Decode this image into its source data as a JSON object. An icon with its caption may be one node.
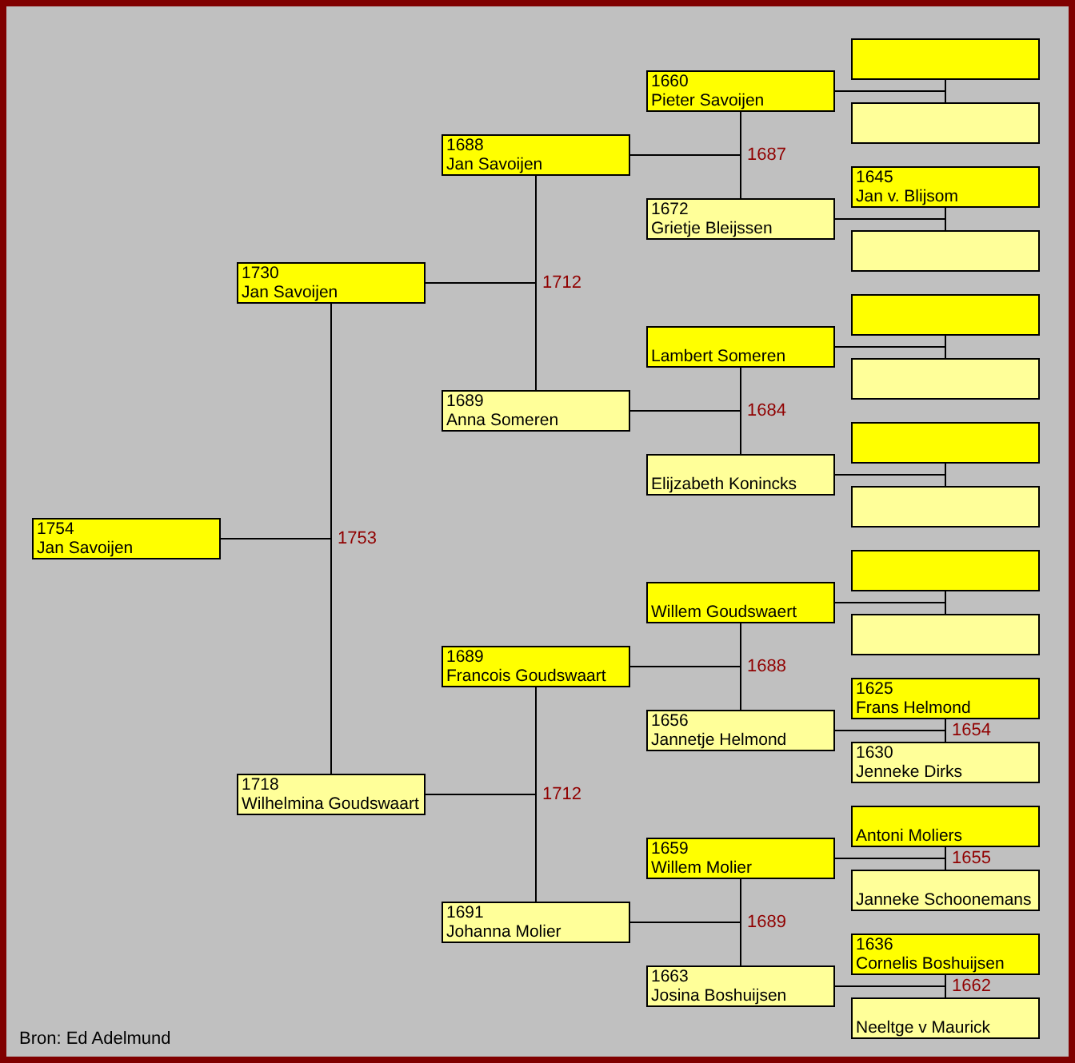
{
  "diagram": {
    "nodes": [
      {
        "text": [
          "1754",
          "Jan Savoijen"
        ]
      },
      {
        "text": [
          "1730",
          "Jan Savoijen"
        ]
      },
      {
        "text": [
          "1718",
          "Wilhelmina Goudswaart"
        ]
      },
      {
        "text": [
          "1688",
          "Jan Savoijen"
        ]
      },
      {
        "text": [
          "1689",
          "Anna Someren"
        ]
      },
      {
        "text": [
          "1689",
          "Francois Goudswaart"
        ]
      },
      {
        "text": [
          "1691",
          "Johanna Molier"
        ]
      },
      {
        "text": [
          "1660",
          "Pieter Savoijen"
        ]
      },
      {
        "text": [
          "1672",
          "Grietje Bleijssen"
        ]
      },
      {
        "text": [
          "Lambert Someren"
        ]
      },
      {
        "text": [
          "Elijzabeth Konincks"
        ]
      },
      {
        "text": [
          "Willem Goudswaert"
        ]
      },
      {
        "text": [
          "1656",
          "Jannetje Helmond"
        ]
      },
      {
        "text": [
          "1659",
          "Willem Molier"
        ]
      },
      {
        "text": [
          "1663",
          "Josina Boshuijsen"
        ]
      },
      {
        "text": [],
        "shape": "box"
      },
      {
        "text": [],
        "shape": "box"
      },
      {
        "text": [
          "1645",
          "Jan v. Blijsom"
        ]
      },
      {
        "text": [],
        "shape": "box"
      },
      {
        "text": [],
        "shape": "box"
      },
      {
        "text": [],
        "shape": "box"
      },
      {
        "text": [],
        "shape": "box"
      },
      {
        "text": [],
        "shape": "box"
      },
      {
        "text": [],
        "shape": "box"
      },
      {
        "text": [],
        "shape": "box"
      },
      {
        "text": [
          "1625",
          "Frans Helmond"
        ]
      },
      {
        "text": [
          "1630",
          "Jenneke Dirks"
        ]
      },
      {
        "text": [
          "Antoni Moliers"
        ]
      },
      {
        "text": [
          "Janneke Schoonemans"
        ]
      },
      {
        "text": [
          "1636",
          "Cornelis Boshuijsen"
        ]
      },
      {
        "text": [
          "Neeltge v Maurick"
        ]
      }
    ],
    "edges": [
      {
        "from": 1,
        "to": 2,
        "arrow": "none",
        "label": "1753"
      },
      {
        "from": 0,
        "to": 1,
        "arrow": "none"
      },
      {
        "from": 0,
        "to": 2,
        "arrow": "none"
      },
      {
        "from": 3,
        "to": 4,
        "arrow": "none",
        "label": "1712"
      },
      {
        "from": 1,
        "to": 3,
        "arrow": "none"
      },
      {
        "from": 1,
        "to": 4,
        "arrow": "none"
      },
      {
        "from": 5,
        "to": 6,
        "arrow": "none",
        "label": "1712"
      },
      {
        "from": 2,
        "to": 5,
        "arrow": "none"
      },
      {
        "from": 2,
        "to": 6,
        "arrow": "none"
      },
      {
        "from": 7,
        "to": 8,
        "arrow": "none",
        "label": "1687"
      },
      {
        "from": 3,
        "to": 7,
        "arrow": "none"
      },
      {
        "from": 3,
        "to": 8,
        "arrow": "none"
      },
      {
        "from": 9,
        "to": 10,
        "arrow": "none",
        "label": "1684"
      },
      {
        "from": 4,
        "to": 9,
        "arrow": "none"
      },
      {
        "from": 4,
        "to": 10,
        "arrow": "none"
      },
      {
        "from": 11,
        "to": 12,
        "arrow": "none",
        "label": "1688"
      },
      {
        "from": 5,
        "to": 11,
        "arrow": "none"
      },
      {
        "from": 5,
        "to": 12,
        "arrow": "none"
      },
      {
        "from": 13,
        "to": 14,
        "arrow": "none",
        "label": "1689"
      },
      {
        "from": 6,
        "to": 13,
        "arrow": "none"
      },
      {
        "from": 6,
        "to": 14,
        "arrow": "none"
      },
      {
        "from": 15,
        "to": 16,
        "arrow": "none"
      },
      {
        "from": 7,
        "to": 15,
        "arrow": "none"
      },
      {
        "from": 7,
        "to": 16,
        "arrow": "none"
      },
      {
        "from": 17,
        "to": 18,
        "arrow": "none"
      },
      {
        "from": 8,
        "to": 17,
        "arrow": "none"
      },
      {
        "from": 8,
        "to": 18,
        "arrow": "none"
      },
      {
        "from": 19,
        "to": 20,
        "arrow": "none"
      },
      {
        "from": 9,
        "to": 19,
        "arrow": "none"
      },
      {
        "from": 9,
        "to": 20,
        "arrow": "none"
      },
      {
        "from": 21,
        "to": 22,
        "arrow": "none"
      },
      {
        "from": 10,
        "to": 21,
        "arrow": "none"
      },
      {
        "from": 10,
        "to": 22,
        "arrow": "none"
      },
      {
        "from": 23,
        "to": 24,
        "arrow": "none"
      },
      {
        "from": 11,
        "to": 23,
        "arrow": "none"
      },
      {
        "from": 11,
        "to": 24,
        "arrow": "none"
      },
      {
        "from": 25,
        "to": 26,
        "arrow": "none",
        "label": "1654"
      },
      {
        "from": 12,
        "to": 25,
        "arrow": "none"
      },
      {
        "from": 12,
        "to": 26,
        "arrow": "none"
      },
      {
        "from": 27,
        "to": 28,
        "arrow": "none",
        "label": "1655"
      },
      {
        "from": 13,
        "to": 27,
        "arrow": "none"
      },
      {
        "from": 13,
        "to": 28,
        "arrow": "none"
      },
      {
        "from": 29,
        "to": 30,
        "arrow": "none",
        "label": "1662"
      },
      {
        "from": 14,
        "to": 29,
        "arrow": "none"
      },
      {
        "from": 14,
        "to": 30,
        "arrow": "none"
      }
    ],
    "labels": [
      "Bron: Ed Adelmund"
    ]
  }
}
